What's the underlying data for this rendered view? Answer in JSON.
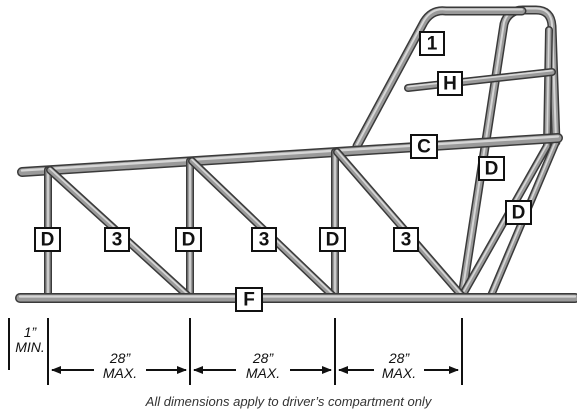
{
  "labels": {
    "tube_1": "1",
    "tube_h": "H",
    "tube_c": "C",
    "tube_f": "F",
    "tube_d": "D",
    "tube_3": "3"
  },
  "dimensions": {
    "min_value": "1”",
    "min_unit": "MIN.",
    "max_value": "28”",
    "max_unit": "MAX."
  },
  "caption": "All dimensions apply to driver’s compartment only",
  "colors": {
    "tube": "#9a9a9a",
    "tube_edge": "#3a3a3a",
    "tube_highlight": "#d6d6d6",
    "ink": "#111111"
  }
}
